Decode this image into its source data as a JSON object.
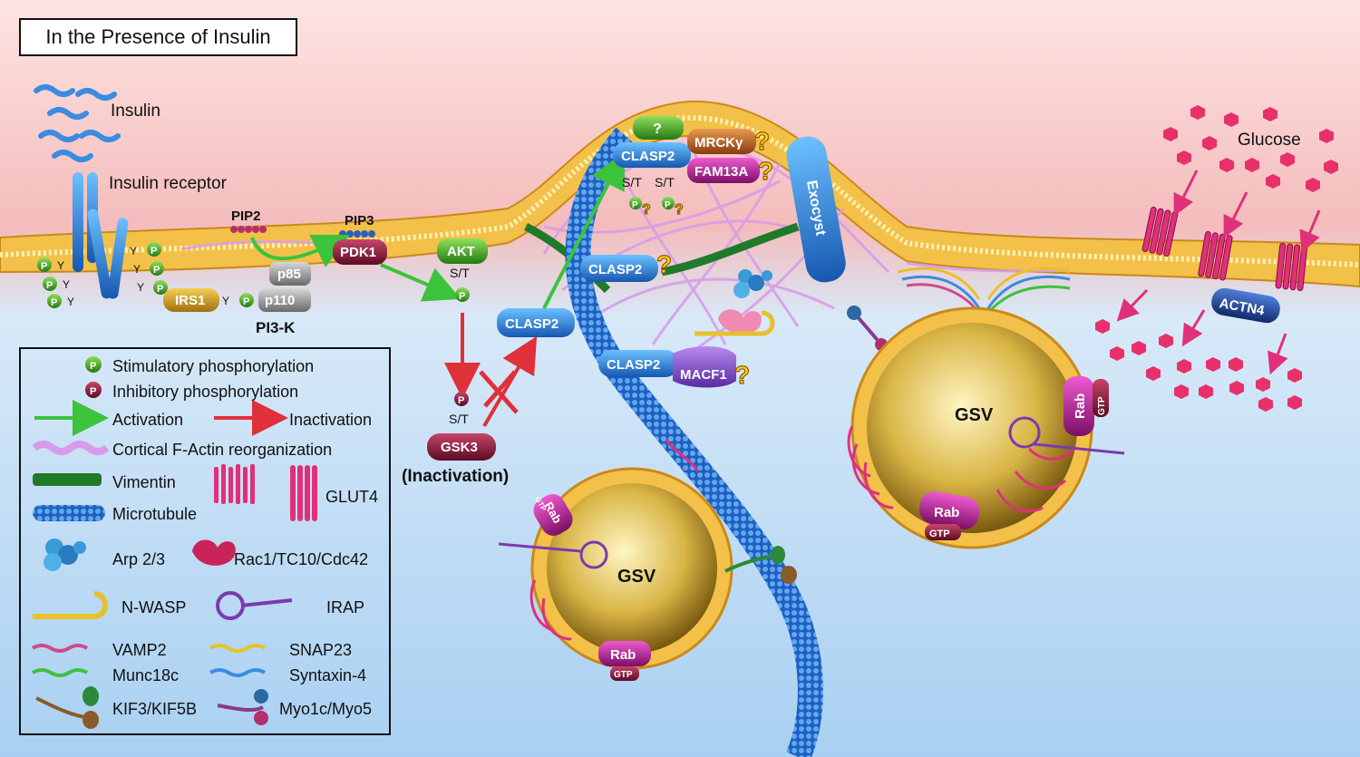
{
  "title": "In the Presence of Insulin",
  "labels": {
    "insulin": "Insulin",
    "insulin_receptor": "Insulin receptor",
    "pip2": "PIP2",
    "pip3": "PIP3",
    "pdk1": "PDK1",
    "p85": "p85",
    "p110": "p110",
    "pi3k": "PI3-K",
    "irs1": "IRS1",
    "akt": "AKT",
    "st": "S/T",
    "p": "P",
    "y": "Y",
    "gsk3": "GSK3",
    "inactivation_caption": "(Inactivation)",
    "clasp2": "CLASP2",
    "mrck": "MRCKγ",
    "fam13a": "FAM13A",
    "macf1": "MACF1",
    "exocyst": "Exocyst",
    "question": "?",
    "glucose": "Glucose",
    "actn4": "ACTN4",
    "gsv": "GSV",
    "rab": "Rab",
    "gtp": "GTP"
  },
  "legend": {
    "stim_phos": "Stimulatory phosphorylation",
    "inhib_phos": "Inhibitory phosphorylation",
    "activation": "Activation",
    "inactivation": "Inactivation",
    "factin": "Cortical F-Actin reorganization",
    "vimentin": "Vimentin",
    "microtubule": "Microtubule",
    "glut4": "GLUT4",
    "arp23": "Arp 2/3",
    "rac1": "Rac1/TC10/Cdc42",
    "nwasp": "N-WASP",
    "irap": "IRAP",
    "vamp2": "VAMP2",
    "snap23": "SNAP23",
    "munc18c": "Munc18c",
    "syntaxin4": "Syntaxin-4",
    "kif": "KIF3/KIF5B",
    "myo": "Myo1c/Myo5"
  },
  "colors": {
    "membrane": "#f0b43a",
    "stimulatory": "#2f9a2f",
    "inhibitory": "#b01d1d",
    "activation_arrow": "#3cc23c",
    "inactivation_arrow": "#e0303a",
    "clasp2": "#2a7fd4",
    "glut4": "#e0307a",
    "microtubule": "#2a6fd0",
    "factin": "#d79be8"
  }
}
